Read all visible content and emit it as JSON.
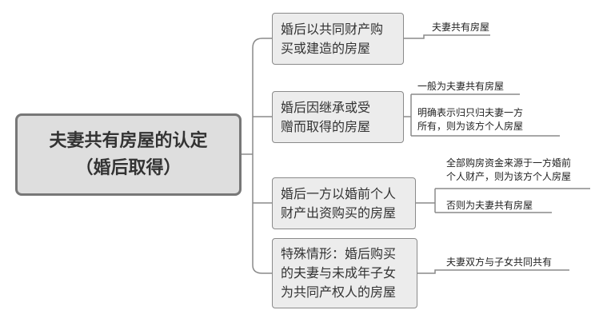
{
  "root": {
    "title_line1": "夫妻共有房屋的认定",
    "title_line2": "（婚后取得）"
  },
  "branches": [
    {
      "label": "婚后以共同财产购\n买或建造的房屋"
    },
    {
      "label": "婚后因继承或受\n赠而取得的房屋"
    },
    {
      "label": "婚后一方以婚前个人\n财产出资购买的房屋"
    },
    {
      "label": "特殊情形：婚后购买\n的夫妻与未成年子女\n为共同产权人的房屋"
    }
  ],
  "leaves": [
    {
      "text": "夫妻共有房屋"
    },
    {
      "text": "一般为夫妻共有房屋"
    },
    {
      "text": "明确表示归只归夫妻一方\n所有，则为该方个人房屋"
    },
    {
      "text": "全部购房资金来源于一方婚前\n个人财产，则为该方个人房屋"
    },
    {
      "text": "否则为夫妻共有房屋"
    },
    {
      "text": "夫妻双方与子女共同共有"
    }
  ],
  "colors": {
    "line": "#8a8a8a",
    "root_fill": "#dedede",
    "branch_fill": "#ececec"
  }
}
